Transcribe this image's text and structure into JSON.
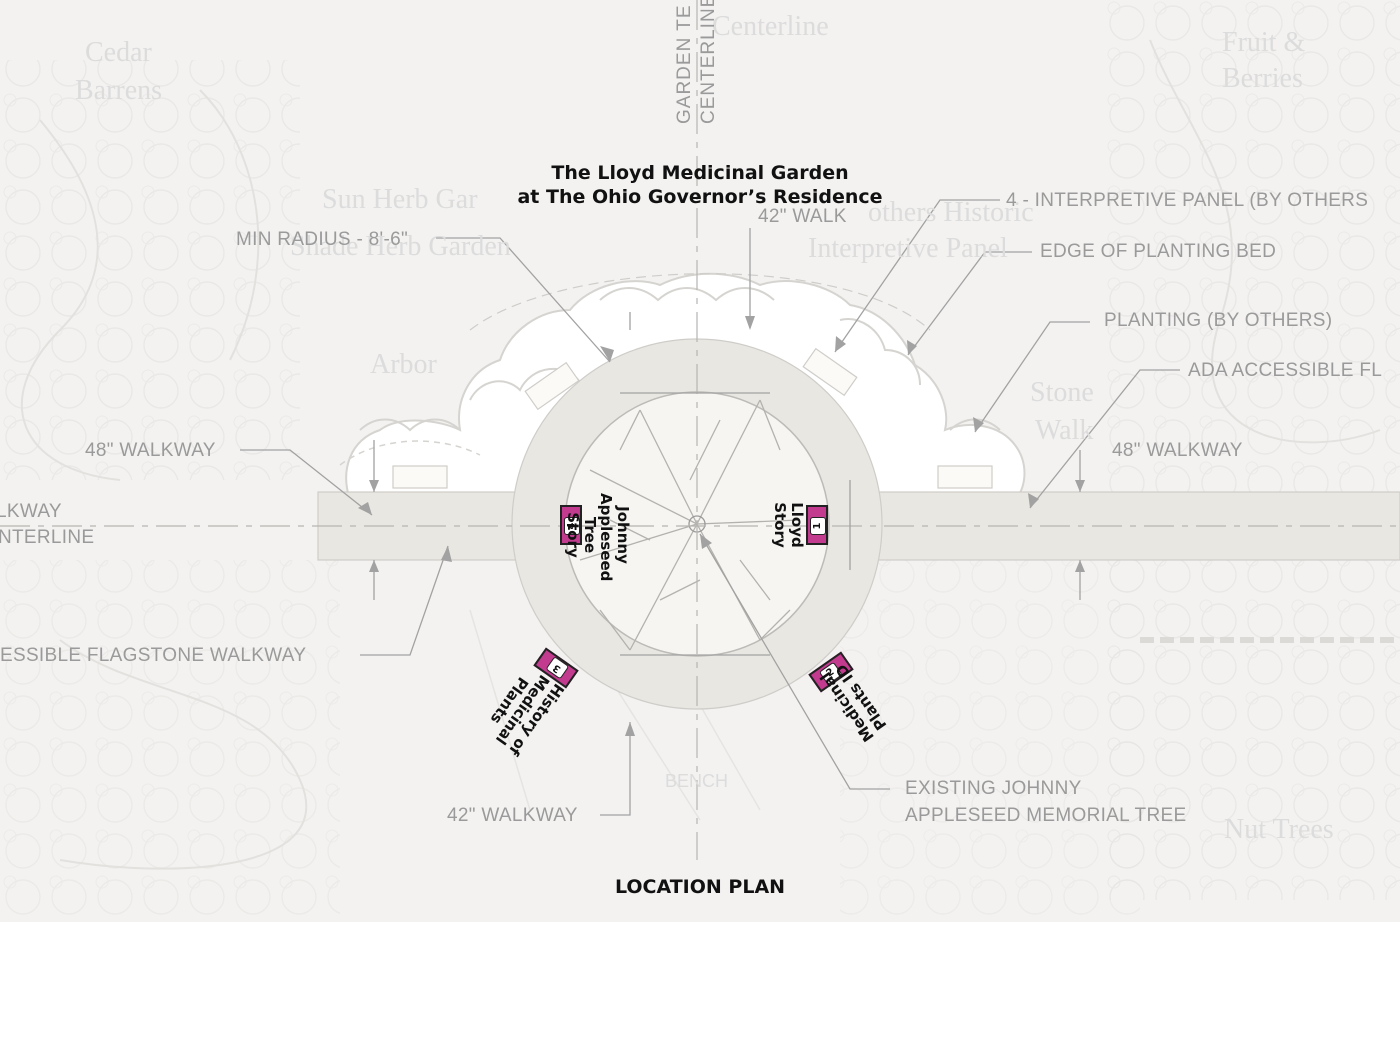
{
  "title": {
    "line1": "The Lloyd Medicinal Garden",
    "line2": "at The Ohio Governor’s Residence"
  },
  "caption": "LOCATION PLAN",
  "callouts": {
    "min_radius": "MIN RADIUS - 8'-6\"",
    "walk_42_top": "42\" WALK",
    "interpretive_panel": "4 - INTERPRETIVE PANEL (BY OTHERS",
    "edge_bed": "EDGE OF PLANTING BED",
    "planting": "PLANTING (BY OTHERS)",
    "ada_flagstone": "ADA ACCESSIBLE FL",
    "walkway_48_left": "48\" WALKWAY",
    "walkway_48_right": "48\" WALKWAY",
    "walkway_centerline_1": "LKWAY",
    "walkway_centerline_2": "NTERLINE",
    "accessible_flagstone": "ESSIBLE FLAGSTONE WALKWAY",
    "walkway_42_bottom": "42\" WALKWAY",
    "existing_tree_1": "EXISTING JOHNNY",
    "existing_tree_2": "APPLESEED MEMORIAL TREE",
    "garden_centerline_1": "GARDEN TE",
    "garden_centerline_2": "CENTERLINE"
  },
  "background_labels": {
    "cedar": "Cedar",
    "barrens": "Barrens",
    "sun_herb": "Sun Herb Gar",
    "shade_herb": "Shade Herb Garden",
    "arbor": "Arbor",
    "centerline": "Centerline",
    "brothers": "others Historic",
    "interpretive": "Interpretive Panel",
    "stone": "Stone",
    "walk": "Walk",
    "fruit": "Fruit &",
    "berries": "Berries",
    "nut_trees": "Nut Trees",
    "bench": "BENCH"
  },
  "panels": [
    {
      "number": "1",
      "label": "Lloyd\nStory"
    },
    {
      "number": "2",
      "label": "Medicinal\nPlants ID"
    },
    {
      "number": "3",
      "label": "History of\nMedicinal\nPlants"
    },
    {
      "number": "4",
      "label": "Johnny\nAppleseed\nTree Story"
    }
  ],
  "colors": {
    "badge": "#c23b8f",
    "path": "#e9e7e1",
    "line": "#9a9a9a"
  }
}
